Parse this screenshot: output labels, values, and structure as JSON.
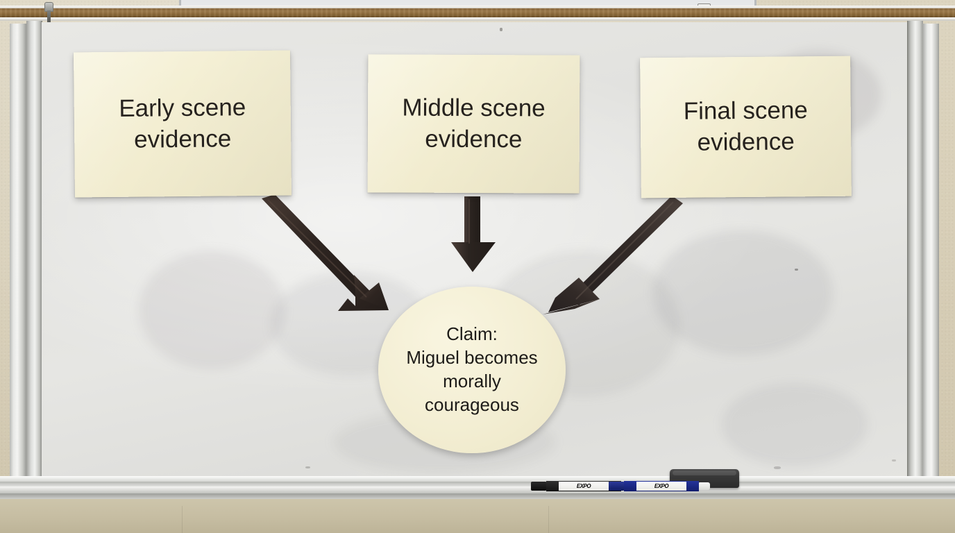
{
  "scene": {
    "type": "classroom-whiteboard-photo",
    "description": "Claim and evidence graphic organizer made of paper cards taped to a whiteboard with hand-drawn marker arrows"
  },
  "board": {
    "surface_color": "#e4e4e1",
    "frame_color": "#c9cac6",
    "rail_color": "#8d6b3f",
    "wall_color": "#d5ccb4"
  },
  "cards": [
    {
      "id": "early",
      "line1": "Early scene",
      "line2": "evidence",
      "text": "Early scene\nevidence",
      "paper_color": "#f3eed2"
    },
    {
      "id": "middle",
      "line1": "Middle scene",
      "line2": "evidence",
      "text": "Middle scene\nevidence",
      "paper_color": "#f3eed2"
    },
    {
      "id": "final",
      "line1": "Final scene",
      "line2": "evidence",
      "text": "Final scene\nevidence",
      "paper_color": "#f3eed2"
    }
  ],
  "claim": {
    "label": "Claim:",
    "line1": "Claim:",
    "line2": "Miguel becomes",
    "line3": "morally",
    "line4": "courageous",
    "text": "Claim:\nMiguel becomes\nmorally\ncourageous",
    "shape": "circle",
    "paper_color": "#f3eed3"
  },
  "arrows": [
    {
      "id": "left",
      "from": "Early scene evidence",
      "to": "Claim",
      "direction": "diagonal-down-right",
      "color": "#3a2f2a"
    },
    {
      "id": "middle",
      "from": "Middle scene evidence",
      "to": "Claim",
      "direction": "down",
      "color": "#332a26"
    },
    {
      "id": "right",
      "from": "Final scene evidence",
      "to": "Claim",
      "direction": "diagonal-down-left",
      "color": "#3a3230"
    }
  ],
  "tray": {
    "markers": [
      {
        "id": "black-marker",
        "brand": "EXPO",
        "cap_color": "#141414",
        "body_color": "#1b1b1b"
      },
      {
        "id": "blue-marker",
        "brand": "EXPO",
        "cap_color": "#16237a",
        "body_color": "#1c2a86"
      }
    ],
    "eraser": {
      "id": "whiteboard-eraser",
      "color": "#3a3a3a"
    }
  }
}
